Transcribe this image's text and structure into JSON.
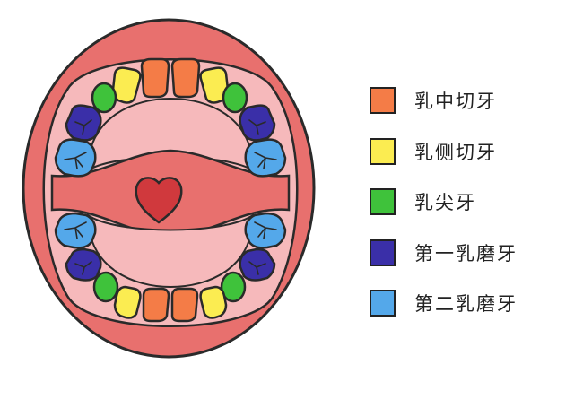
{
  "colors": {
    "gum": "#e8706e",
    "mouth": "#f6b9bb",
    "outline": "#2a2a2a",
    "heart": "#d0393d",
    "central_incisor": "#f47c47",
    "lateral_incisor": "#fbec51",
    "canine": "#3fc23b",
    "first_molar": "#3a2fa8",
    "second_molar": "#54a8ea"
  },
  "legend": [
    {
      "label": "乳中切牙",
      "color": "#f47c47",
      "tooth": "central_incisor"
    },
    {
      "label": "乳侧切牙",
      "color": "#fbec51",
      "tooth": "lateral_incisor"
    },
    {
      "label": "乳尖牙",
      "color": "#3fc23b",
      "tooth": "canine"
    },
    {
      "label": "第一乳磨牙",
      "color": "#3a2fa8",
      "tooth": "first_molar"
    },
    {
      "label": "第二乳磨牙",
      "color": "#54a8ea",
      "tooth": "second_molar"
    }
  ]
}
